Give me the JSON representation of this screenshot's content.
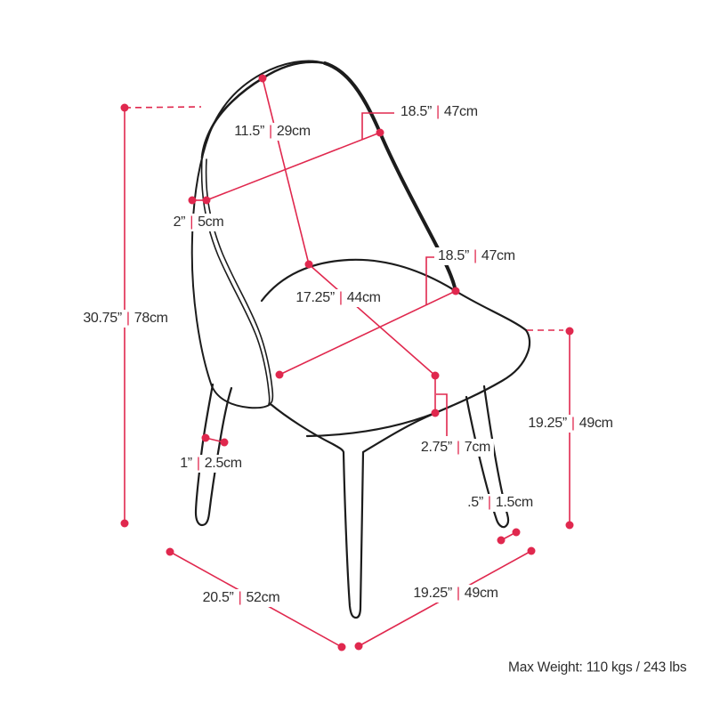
{
  "colors": {
    "accent": "#e0284e",
    "line": "#1c1c1c",
    "text": "#2d2d2d",
    "background": "#ffffff"
  },
  "footnote": "Max Weight: 110 kgs / 243 lbs",
  "dimensions": {
    "overall_height": {
      "in": "30.75”",
      "cm": "78cm"
    },
    "back_height": {
      "in": "11.5”",
      "cm": "29cm"
    },
    "back_width": {
      "in": "18.5”",
      "cm": "47cm"
    },
    "back_thickness": {
      "in": "2”",
      "cm": "5cm"
    },
    "seat_width": {
      "in": "18.5”",
      "cm": "47cm"
    },
    "seat_depth": {
      "in": "17.25”",
      "cm": "44cm"
    },
    "seat_thickness": {
      "in": "2.75”",
      "cm": "7cm"
    },
    "seat_height": {
      "in": "19.25”",
      "cm": "49cm"
    },
    "leg_thickness": {
      "in": "1”",
      "cm": "2.5cm"
    },
    "glide_height": {
      "in": ".5”",
      "cm": "1.5cm"
    },
    "base_depth": {
      "in": "20.5”",
      "cm": "52cm"
    },
    "base_width": {
      "in": "19.25”",
      "cm": "49cm"
    }
  }
}
